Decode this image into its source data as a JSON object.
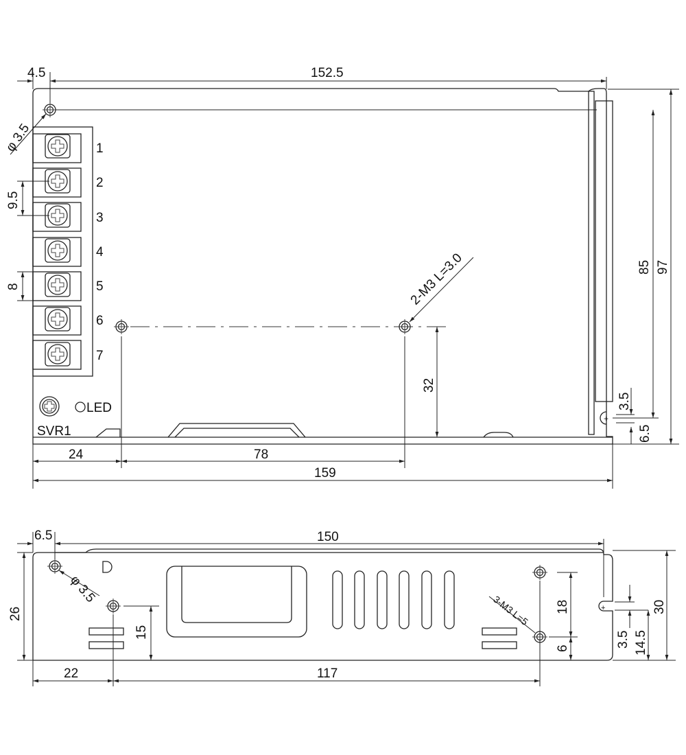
{
  "top_view": {
    "dims": {
      "d4_5": "4.5",
      "d152_5": "152.5",
      "hole_dia": "φ 3.5",
      "pitch": "9.5",
      "width": "8",
      "d85": "85",
      "d97": "97",
      "d3_5": "3.5",
      "d6_5": "6.5",
      "d32": "32",
      "d24": "24",
      "d78": "78",
      "d159": "159"
    },
    "screw_note": "2-M3 L=3.0",
    "terminals": [
      "1",
      "2",
      "3",
      "4",
      "5",
      "6",
      "7"
    ],
    "svr_label": "SVR1",
    "led_label": "LED"
  },
  "side_view": {
    "dims": {
      "d6_5": "6.5",
      "d150": "150",
      "hole_dia": "φ 3.5",
      "d26": "26",
      "d15": "15",
      "d22": "22",
      "d117": "117",
      "d18": "18",
      "d6": "6",
      "d3_5": "3.5",
      "d14_5": "14.5",
      "d30": "30"
    },
    "screw_note": "3-M3 L=5"
  }
}
